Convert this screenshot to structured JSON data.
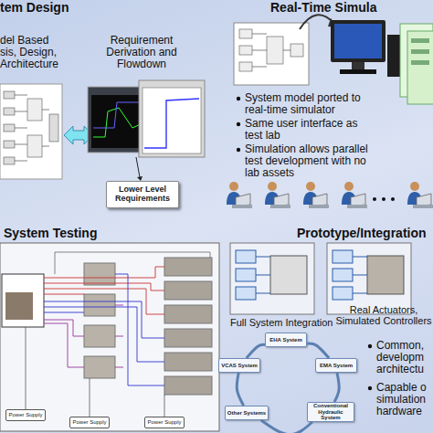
{
  "diagram": {
    "nodes": [
      {
        "text": [
          "Lower Level Requirements"
        ]
      },
      {
        "text": [
          "Power Supply"
        ]
      },
      {
        "text": [
          "Power Supply"
        ]
      },
      {
        "text": [
          "Power Supply"
        ]
      },
      {
        "text": [
          "EHA System"
        ]
      },
      {
        "text": [
          "EMA System"
        ]
      },
      {
        "text": [
          "Conventional Hydraulic System"
        ]
      },
      {
        "text": [
          "Other Systems"
        ]
      },
      {
        "text": [
          "VCAS System"
        ]
      }
    ],
    "edges": [
      {
        "from": 4,
        "to": 5,
        "arrow": "none"
      },
      {
        "from": 5,
        "to": 6,
        "arrow": "none"
      },
      {
        "from": 6,
        "to": 7,
        "arrow": "none"
      },
      {
        "from": 7,
        "to": 8,
        "arrow": "none"
      },
      {
        "from": 8,
        "to": 4,
        "arrow": "none"
      }
    ],
    "labels": [
      "tem Design",
      "del Based sis, Design, Architecture",
      "Requirement Derivation and Flowdown",
      "Real-Time Simula",
      "System model ported to real-time simulator",
      "Same user interface as test lab",
      "Simulation allows parallel test development with no lab assets",
      "System Testing",
      "Prototype/Integration",
      "Full System Integration",
      "Real Actuators, Simulated Controllers",
      "Common, developm architectu",
      "Capable o simulation hardware"
    ]
  }
}
